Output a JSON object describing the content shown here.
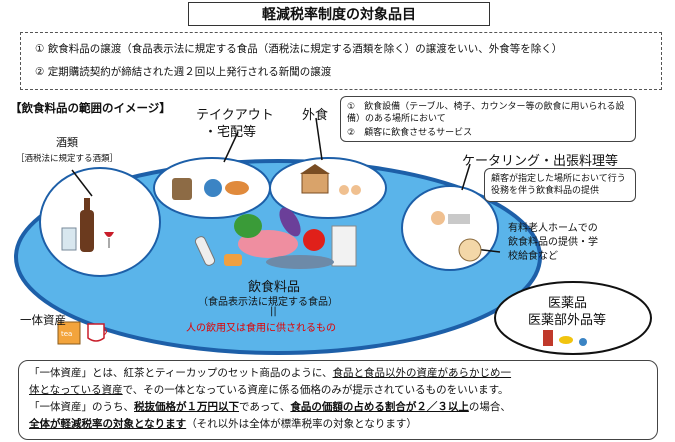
{
  "title": "軽減税率制度の対象品目",
  "definitions": [
    "① 飲食料品の譲渡（食品表示法に規定する食品（酒税法に規定する酒類を除く）の譲渡をいい、外食等を除く）",
    "② 定期購読契約が締結された週２回以上発行される新聞の譲渡"
  ],
  "scope_label": "【飲食料品の範囲のイメージ】",
  "alcohol": {
    "title": "酒類",
    "note": "［酒税法に規定する酒類］"
  },
  "takeout": {
    "line1": "テイクアウト",
    "line2": "・宅配等"
  },
  "dining_out": {
    "title": "外食"
  },
  "dining_note": {
    "item1": "①　飲食設備（テーブル、椅子、カウンター等の飲食に用いられる設備）のある場所において",
    "item2": "②　顧客に飲食させるサービス"
  },
  "catering": {
    "title": "ケータリング・出張料理等",
    "note": "顧客が指定した場所において行う役務を伴う飲食料品の提供"
  },
  "elderly": {
    "text": "有料老人ホームでの飲食料品の提供・学校給食など"
  },
  "food": {
    "title": "飲食料品",
    "subtitle": "（食品表示法に規定する食品）",
    "equals": "||",
    "red_text": "人の飲用又は食用に供されるもの"
  },
  "integrated_asset": {
    "title": "一体資産",
    "tag": "tea"
  },
  "medicine": {
    "line1": "医薬品",
    "line2": "医薬部外品等"
  },
  "bottom": {
    "p1_a": "「一体資産」とは、紅茶とティーカップのセット商品のように、",
    "p1_b": "食品と食品以外の資産があらかじめ一",
    "p1_c": "体となっている資産",
    "p1_d": "で、その一体となっている資産に係る価格のみが提示されているものをいいます。",
    "p2_a": "「一体資産」のうち、",
    "p2_b": "税抜価格が１万円以下",
    "p2_c": "であって、",
    "p2_d": "食品の価額の占める割合が２／３以上",
    "p2_e": "の場合、",
    "p2_f": "全体が軽減税率の対象となります",
    "p2_g": "（それ以外は全体が標準税率の対象となります）"
  }
}
